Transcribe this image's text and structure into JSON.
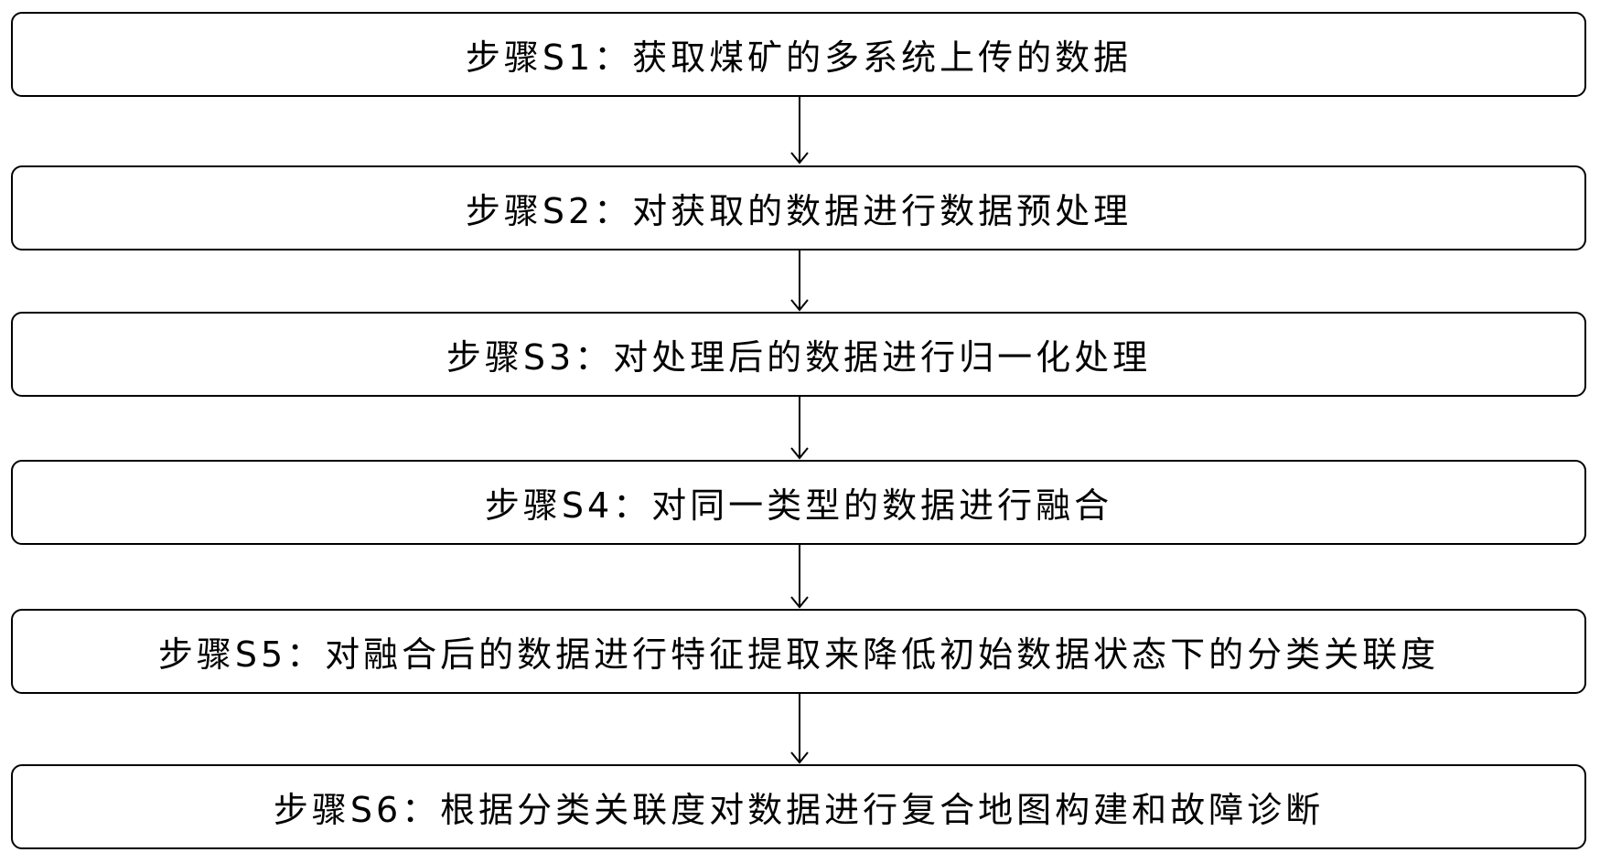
{
  "flowchart": {
    "steps": [
      {
        "label": "步骤S1：获取煤矿的多系统上传的数据"
      },
      {
        "label": "步骤S2：对获取的数据进行数据预处理"
      },
      {
        "label": "步骤S3：对处理后的数据进行归一化处理"
      },
      {
        "label": "步骤S4：对同一类型的数据进行融合"
      },
      {
        "label": "步骤S5：对融合后的数据进行特征提取来降低初始数据状态下的分类关联度"
      },
      {
        "label": "步骤S6：根据分类关联度对数据进行复合地图构建和故障诊断"
      }
    ],
    "colors": {
      "stroke": "#000000",
      "background": "#ffffff",
      "text": "#000000"
    }
  }
}
